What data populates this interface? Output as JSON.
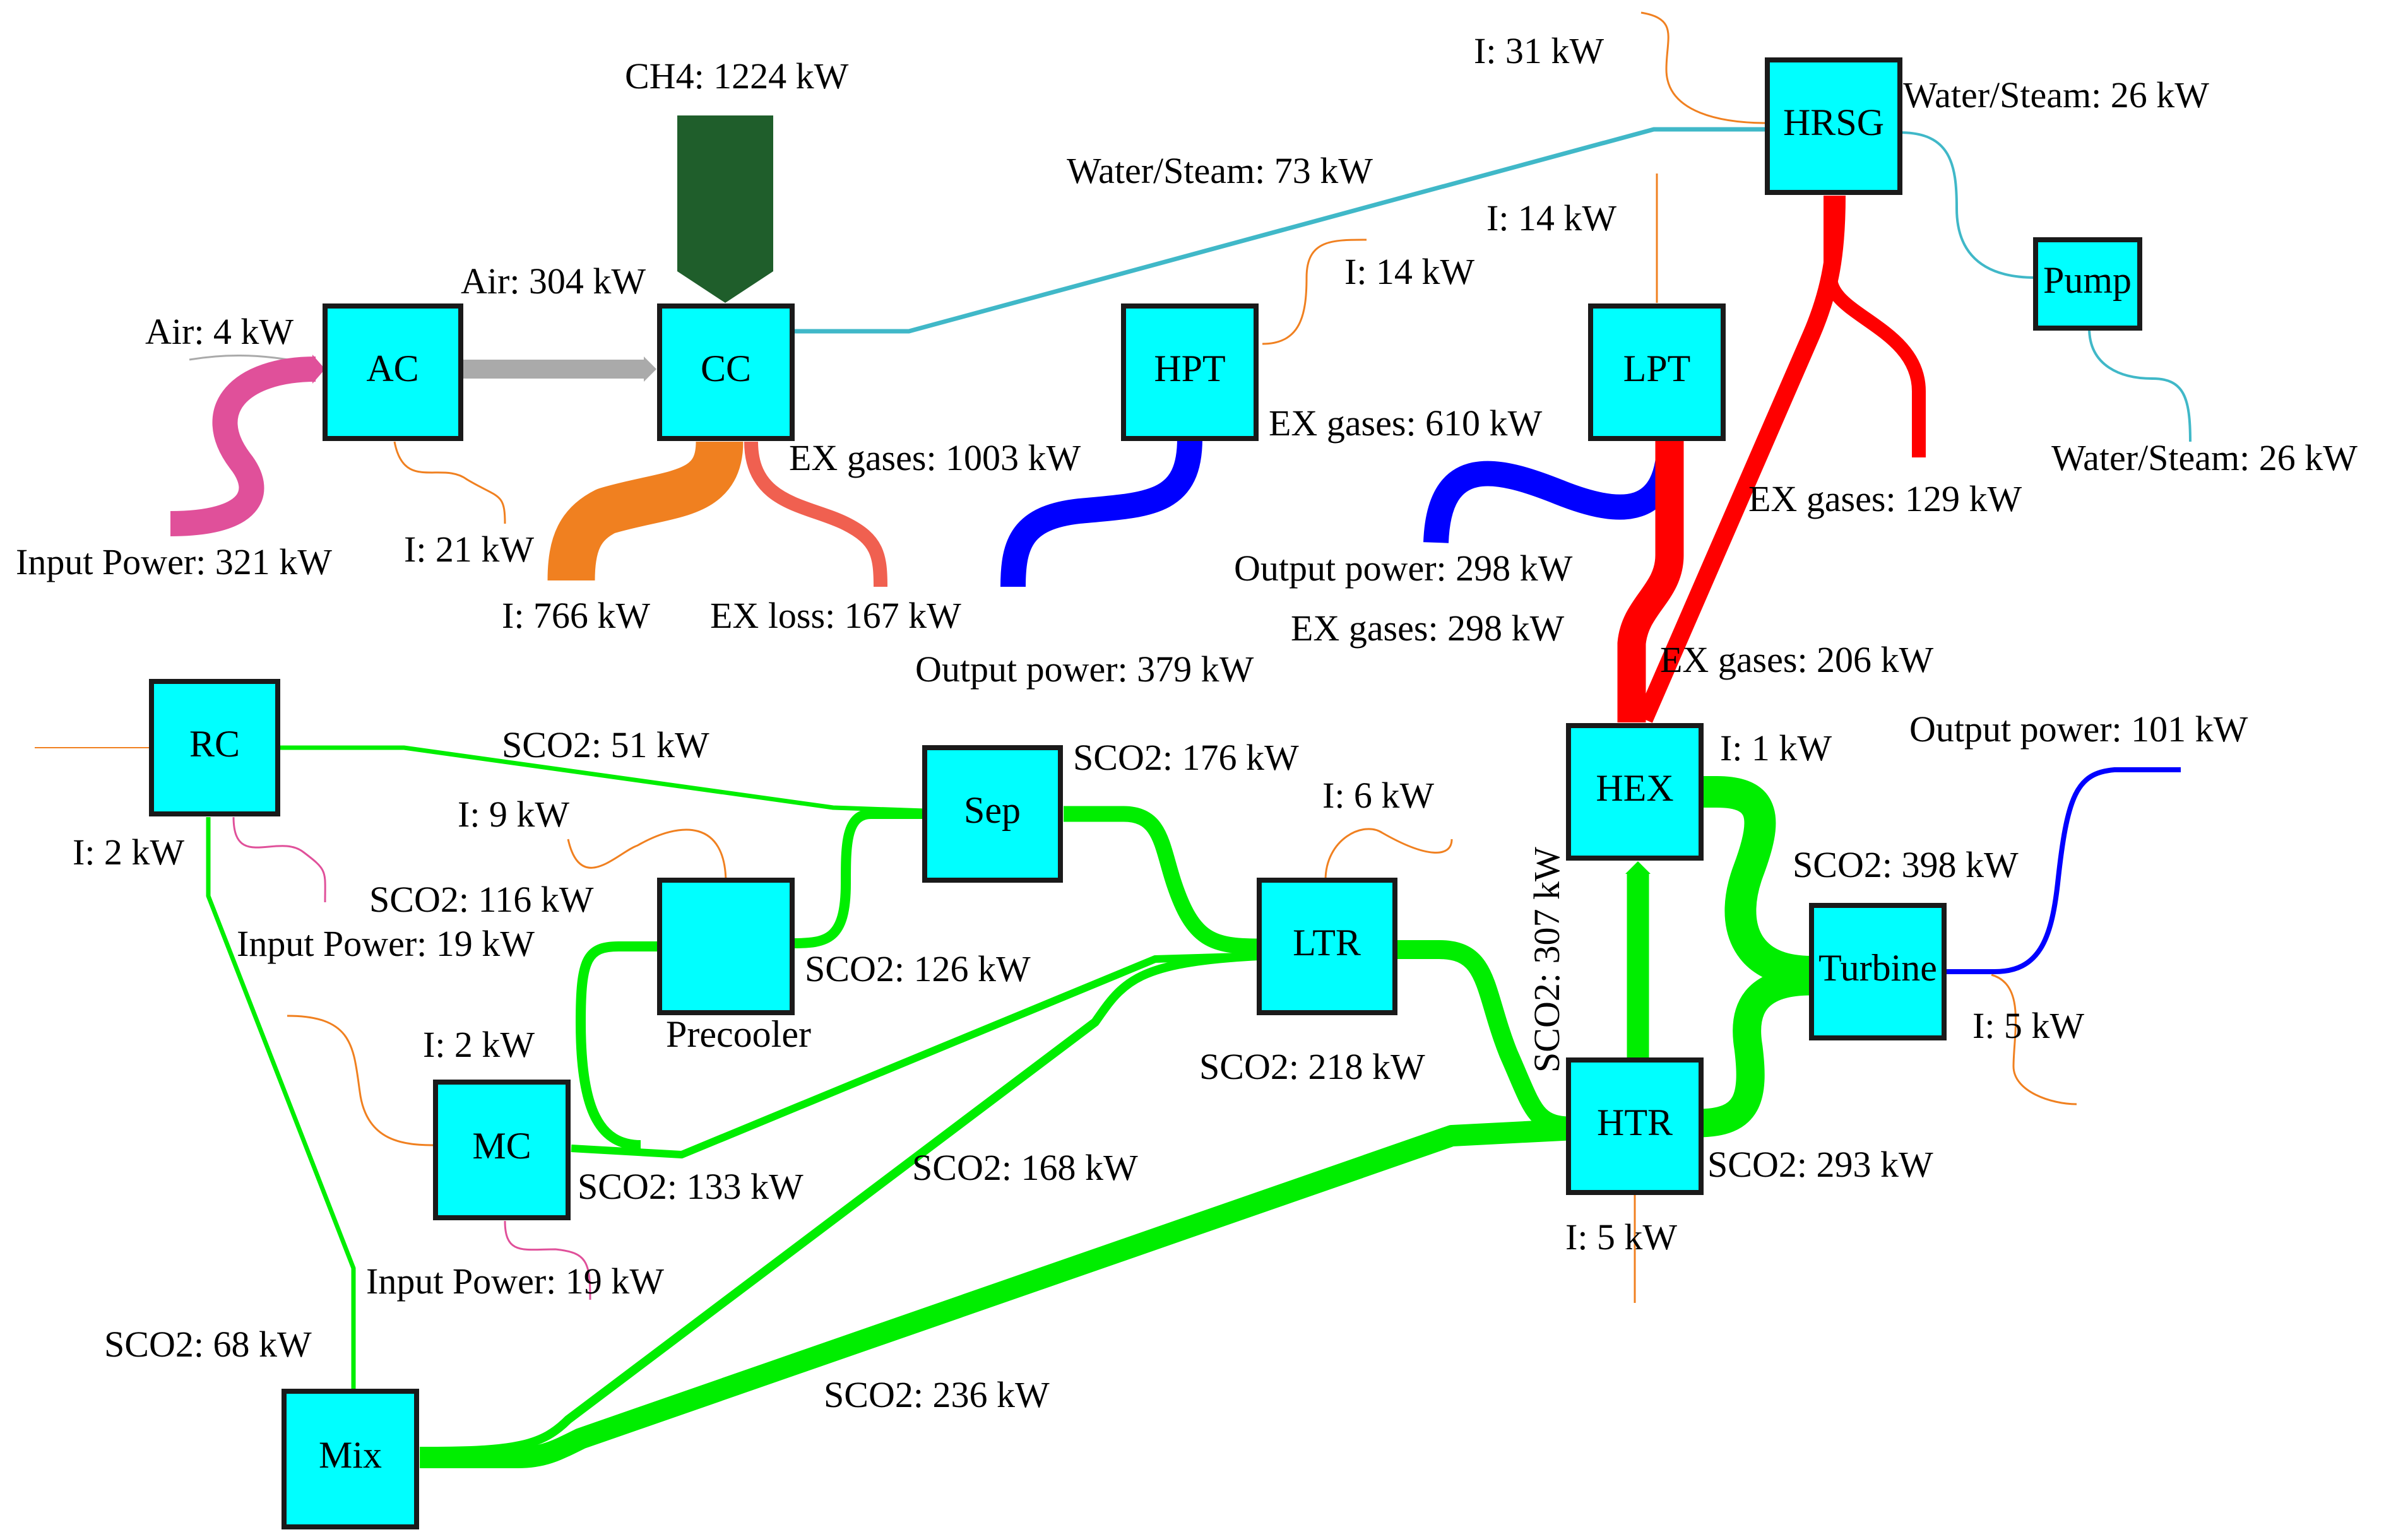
{
  "colors": {
    "node_fill": "#00ffff",
    "node_stroke": "#1a1a1a",
    "fuel": "#1f5e2b",
    "air": "#aaaaaa",
    "exhaust": "#ff0000",
    "power_out": "#0000ff",
    "power_in": "#e0509a",
    "irreversibility": "#f08020",
    "ex_loss": "#f06050",
    "water_steam": "#40b8c8",
    "sco2": "#00ee00"
  },
  "nodes": {
    "ac": "AC",
    "cc": "CC",
    "hpt": "HPT",
    "lpt": "LPT",
    "hrsg": "HRSG",
    "pump": "Pump",
    "rc": "RC",
    "sep": "Sep",
    "precooler": "Precooler",
    "ltr": "LTR",
    "mc": "MC",
    "mix": "Mix",
    "hex": "HEX",
    "htr": "HTR",
    "turbine": "Turbine"
  },
  "labels": {
    "ch4": "CH4: 1224 kW",
    "air_in": "Air: 4 kW",
    "air_ac_cc": "Air: 304 kW",
    "input_power_ac": "Input Power: 321 kW",
    "i_ac": "I: 21 kW",
    "i_cc": "I: 766 kW",
    "ex_loss_cc": "EX loss: 167 kW",
    "ex_gases_cc_hpt": "EX gases: 1003 kW",
    "output_power_hpt": "Output power: 379 kW",
    "i_hpt": "I: 14 kW",
    "ex_gases_hpt_lpt": "EX gases: 610 kW",
    "i_lpt": "I: 14 kW",
    "output_power_lpt": "Output power: 298 kW",
    "ex_gases_lpt_hrsg": "EX gases: 298 kW",
    "ex_gases_lpt_hex": "EX gases: 206 kW",
    "ex_gases_hrsg": "EX gases: 129 kW",
    "water_steam_cc": "Water/Steam: 73 kW",
    "i_hrsg": "I: 31 kW",
    "water_steam_hrsg_pump": "Water/Steam: 26 kW",
    "water_steam_pump": "Water/Steam: 26 kW",
    "sco2_rc_sep": "SCO2: 51 kW",
    "i_rc": "I: 2 kW",
    "input_power_rc": "Input Power: 19 kW",
    "sco2_mix_rc": "SCO2: 68 kW",
    "i_precooler": "I: 9 kW",
    "sco2_precooler_mc": "SCO2: 116 kW",
    "sco2_sep_precooler": "SCO2: 126 kW",
    "sco2_sep_ltr": "SCO2: 176 kW",
    "i_ltr": "I: 6 kW",
    "sco2_ltr_htr": "SCO2: 218 kW",
    "i_mc": "I: 2 kW",
    "sco2_mc_ltr": "SCO2: 133 kW",
    "input_power_mc": "Input Power: 19 kW",
    "sco2_ltr_mix": "SCO2: 168 kW",
    "sco2_mix_htr": "SCO2: 236 kW",
    "i_hex": "I: 1 kW",
    "sco2_htr_hex": "SCO2: 307 kW",
    "sco2_hex_turbine": "SCO2: 398 kW",
    "output_power_turbine": "Output power: 101 kW",
    "i_turbine": "I: 5 kW",
    "sco2_turbine_htr": "SCO2: 293 kW",
    "i_htr": "I: 5 kW"
  }
}
